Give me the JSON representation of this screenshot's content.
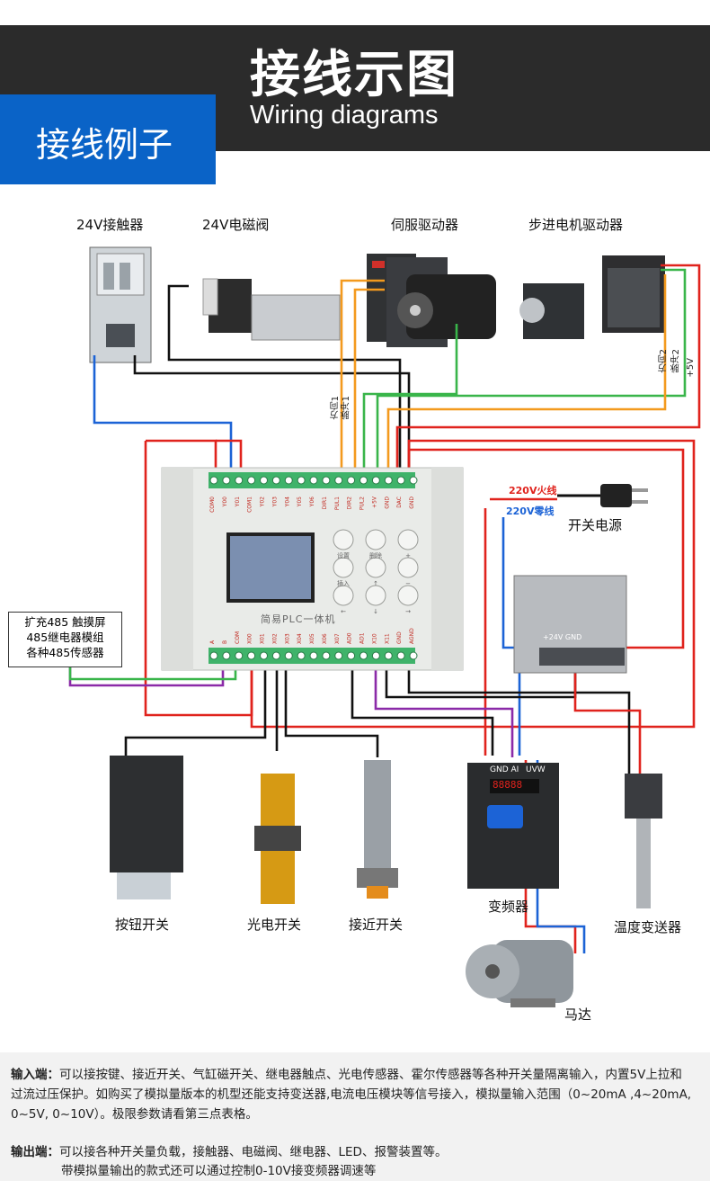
{
  "header": {
    "title_cn": "接线示图",
    "title_en": "Wiring diagrams",
    "section_label": "接线例子"
  },
  "devices": {
    "contactor": "24V接触器",
    "solenoid": "24V电磁阀",
    "servo": "伺服驱动器",
    "stepper": "步进电机驱动器",
    "power_switch": "开关电源",
    "button": "按钮开关",
    "photo": "光电开关",
    "proximity": "接近开关",
    "inverter": "变频器",
    "temp": "温度变送器",
    "motor": "马达"
  },
  "wire_labels": {
    "dir1": "方向1",
    "pulse1": "脉冲1",
    "dir2": "方向2",
    "pulse2": "脉冲2",
    "plus5v": "+5V",
    "live": "220V火线",
    "neutral": "220V零线"
  },
  "plc": {
    "name": "简易PLC一体机",
    "top_terminals": [
      "COM0",
      "Y00",
      "Y01",
      "COM1",
      "Y02",
      "Y03",
      "Y04",
      "Y05",
      "Y06",
      "DIR1",
      "PUL1",
      "DIR2",
      "PUL2",
      "+5V",
      "GND",
      "DAC",
      "GND"
    ],
    "bottom_terminals": [
      "A",
      "B",
      "COM",
      "X00",
      "X01",
      "X02",
      "X03",
      "X04",
      "X05",
      "X06",
      "X07",
      "AD0",
      "AD1",
      "X10",
      "X11",
      "GND",
      "AGND"
    ],
    "keys": [
      "设置",
      "删除",
      "+",
      "插入",
      "↑",
      "−",
      "←",
      "↓",
      "→"
    ]
  },
  "expansion": {
    "line1": "扩充485 触摸屏",
    "line2": "485继电器模组",
    "line3": "各种485传感器"
  },
  "power_supply": {
    "terminals": "+24V GND"
  },
  "inverter_panel": {
    "terminals": "GND AI",
    "uvw": "UVW",
    "display": "88888"
  },
  "notes": {
    "input_label": "输入端：",
    "input_text": "可以接按键、接近开关、气缸磁开关、继电器触点、光电传感器、霍尔传感器等各种开关量隔离输入，内置5V上拉和过流过压保护。如购买了模拟量版本的机型还能支持变送器,电流电压模块等信号接入，模拟量输入范围（0~20mA ,4~20mA, 0~5V, 0~10V）。极限参数请看第三点表格。",
    "output_label": "输出端：",
    "output_text1": "可以接各种开关量负载，接触器、电磁阀、继电器、LED、报警装置等。",
    "output_text2": "带模拟量输出的款式还可以通过控制0-10V接变频器调速等"
  },
  "colors": {
    "header_bg": "#2b2b2b",
    "accent_blue": "#0a63c7",
    "wire_red": "#e0231d",
    "wire_blue": "#1c63d6",
    "wire_green": "#39b54a",
    "wire_orange": "#f39a1e",
    "wire_purple": "#8b2aa8",
    "wire_black": "#111111",
    "terminal_green": "#3fb36a"
  }
}
